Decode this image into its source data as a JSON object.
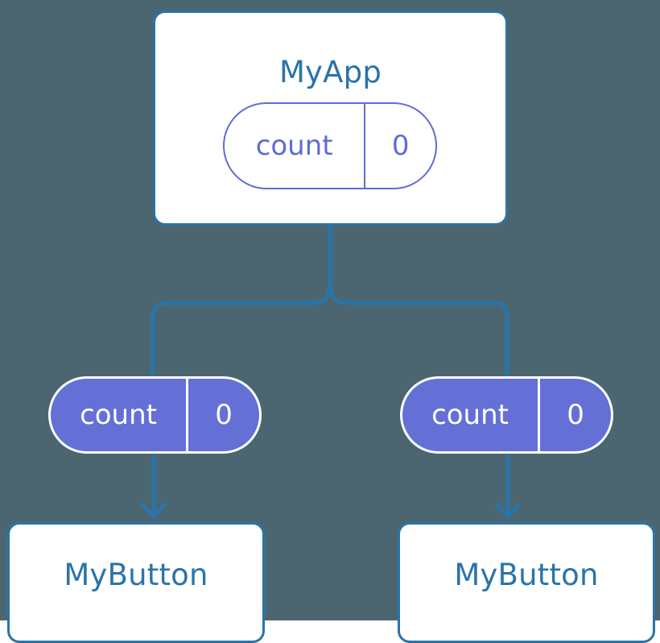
{
  "diagram": {
    "type": "component-state-tree",
    "background_color": "#4b6670",
    "accent_blue": "#2a74a8",
    "accent_purple": "#6470d6",
    "root": {
      "name": "root-component",
      "title": "MyApp",
      "state": {
        "key": "count",
        "value": "0"
      }
    },
    "children": [
      {
        "name": "child-component-left",
        "title": "MyButton",
        "state": {
          "key": "count",
          "value": "0"
        }
      },
      {
        "name": "child-component-right",
        "title": "MyButton",
        "state": {
          "key": "count",
          "value": "0"
        }
      }
    ]
  }
}
